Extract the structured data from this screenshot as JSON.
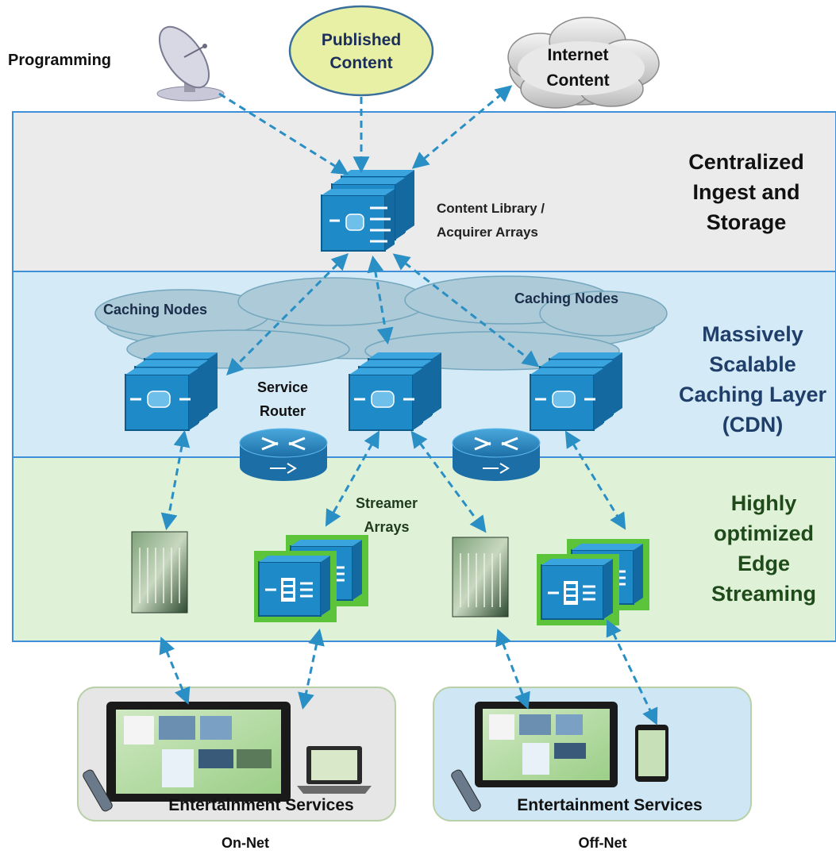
{
  "sources": {
    "programming": "Programming",
    "published_line1": "Published",
    "published_line2": "Content",
    "internet_line1": "Internet",
    "internet_line2": "Content"
  },
  "layers": {
    "ingest": {
      "line1": "Centralized",
      "line2": "Ingest and",
      "line3": "Storage"
    },
    "caching": {
      "line1": "Massively",
      "line2": "Scalable",
      "line3": "Caching Layer",
      "line4": "(CDN)"
    },
    "edge": {
      "line1": "Highly",
      "line2": "optimized",
      "line3": "Edge",
      "line4": "Streaming"
    }
  },
  "labels": {
    "library_line1": "Content Library /",
    "library_line2": "Acquirer Arrays",
    "caching_nodes_left": "Caching Nodes",
    "caching_nodes_right": "Caching Nodes",
    "router_line1": "Service",
    "router_line2": "Router",
    "streamer_line1": "Streamer",
    "streamer_line2": "Arrays"
  },
  "clients": {
    "on_net_services": "Entertainment Services",
    "off_net_services": "Entertainment Services",
    "on_net": "On-Net",
    "off_net": "Off-Net"
  },
  "colors": {
    "ingest_band": "#ebebeb",
    "caching_band": "#d4eaf6",
    "edge_band": "#dff2d8",
    "band_border": "#3c8fd8",
    "arrow": "#2a8fc4",
    "server_blue": "#1f8ac8",
    "streamer_green": "#5cc43a",
    "layer_blue_text": "#1f3f6a",
    "layer_green_text": "#1f4a1a"
  },
  "icons": {
    "satellite": "satellite-dish-icon",
    "router": "router-icon",
    "server": "server-array-icon",
    "streamer": "streamer-array-icon",
    "blade": "blade-server-icon",
    "tv": "tv-icon",
    "laptop": "laptop-icon",
    "tablet": "tablet-icon",
    "remote": "remote-control-icon"
  }
}
